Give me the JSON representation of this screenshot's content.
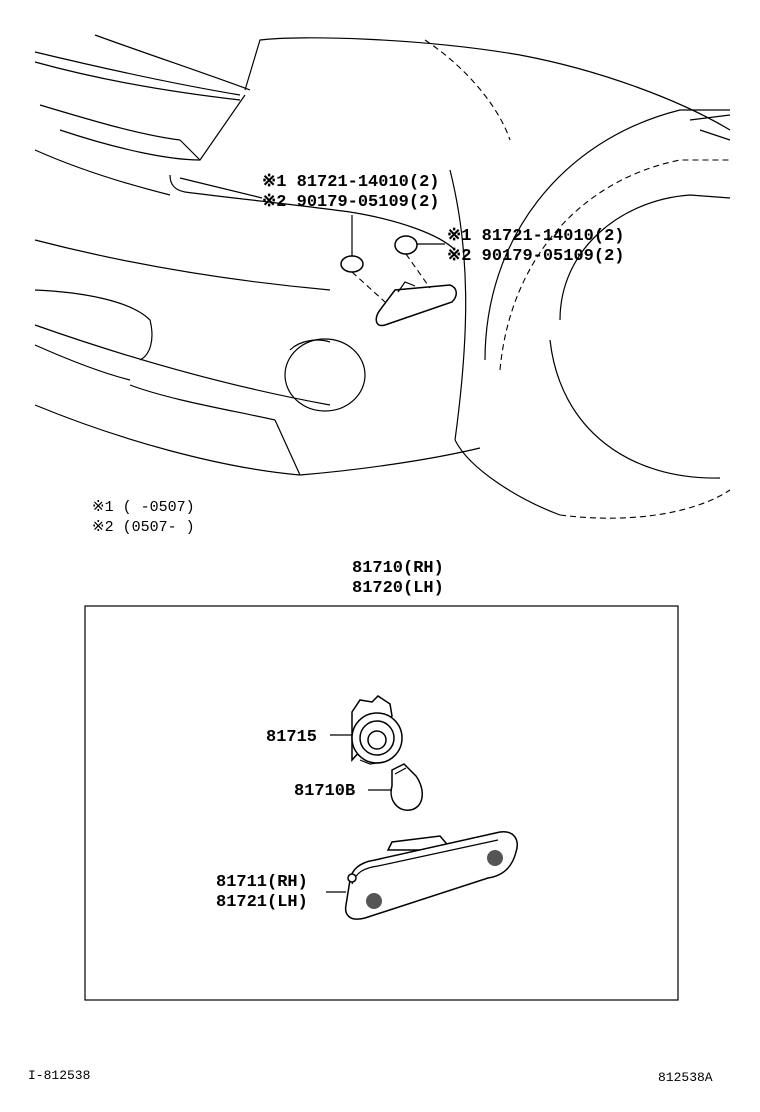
{
  "car_callouts": {
    "upper_left": {
      "line1": "※1 81721-14010(2)",
      "line2": "※2 90179-05109(2)"
    },
    "right": {
      "line1": "※1 81721-14010(2)",
      "line2": "※2 90179-05109(2)"
    }
  },
  "notes": {
    "note1": "※1 (     -0507)",
    "note2": "※2 (0507-     )"
  },
  "assembly": {
    "line1": "81710(RH)",
    "line2": "81720(LH)"
  },
  "parts": {
    "socket": "81715",
    "bulb": "81710B",
    "lens_rh": "81711(RH)",
    "lens_lh": "81721(LH)"
  },
  "footer": {
    "left_code": "I-812538",
    "right_code": "812538A"
  }
}
